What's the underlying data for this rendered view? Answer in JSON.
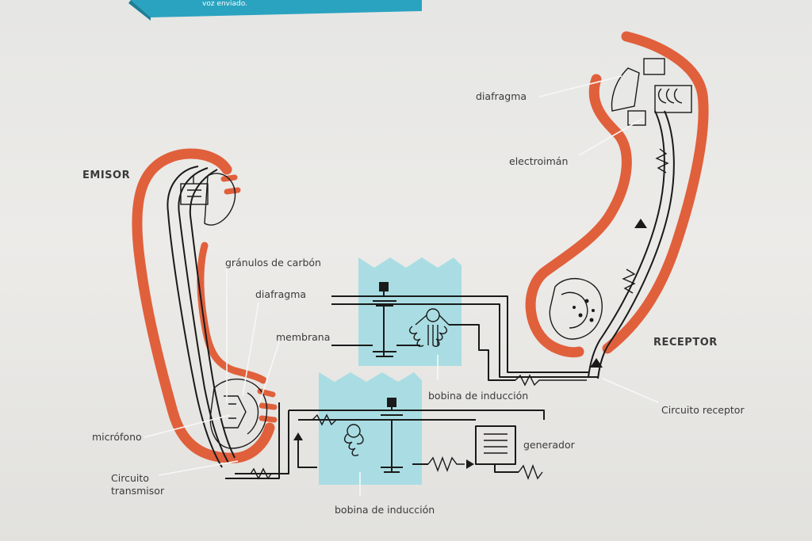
{
  "colors": {
    "handset_outline": "#e0603c",
    "circuit_box": "#a9dde3",
    "panel_top": "#2aa3c0",
    "wire": "#1a1a1a",
    "pointer": "#f7f7f7",
    "label_text": "#3a3a3a"
  },
  "top_panel": {
    "caption": "voz enviado."
  },
  "labels": {
    "emisor": "EMISOR",
    "receptor": "RECEPTOR",
    "granulos": "gránulos de carbón",
    "diafragma_emisor": "diafragma",
    "membrana": "membrana",
    "bobina_top": "bobina de inducción",
    "bobina_bottom": "bobina de inducción",
    "microfono": "micrófono",
    "circuito_transmisor_1": "Circuito",
    "circuito_transmisor_2": "transmisor",
    "generador": "generador",
    "diafragma_receptor": "diafragma",
    "electroiman": "electroimán",
    "circuito_receptor": "Circuito receptor"
  }
}
